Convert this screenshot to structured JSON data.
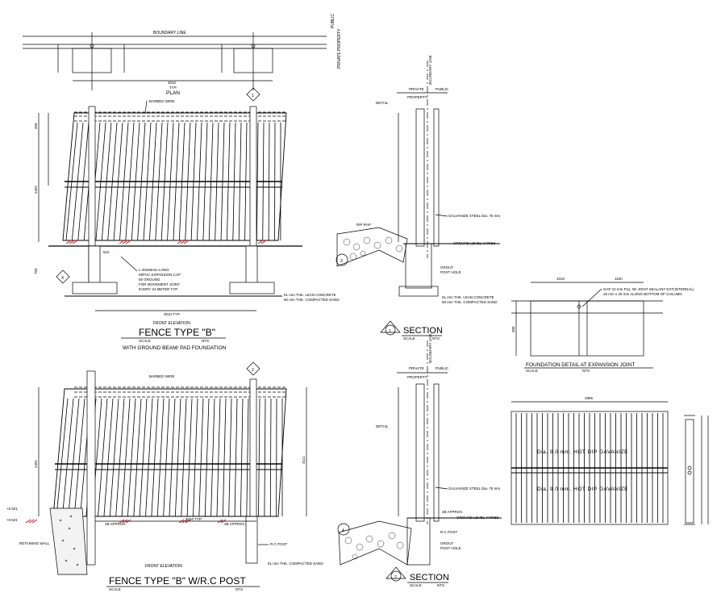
{
  "plan": {
    "boundary_line": "BOUNDARY LINE",
    "public": "PUBLIC",
    "private_property": "PRIVATE PROPERTY",
    "title": "PLAN",
    "dim_3010": "3010",
    "dim_typ": "TYP."
  },
  "elevation_b": {
    "barbed_wire": "BARBED WIRE",
    "expansion_note_1": "L-40x50mm LONG",
    "expansion_note_2": "M/PVC EXPANSION CAP",
    "expansion_note_3": "M/ GROUNG",
    "expansion_note_4": "FOR MOVEMENT JOINT",
    "expansion_note_5": "EVERY 24 METER TYP.",
    "lean_concrete": "51 mm THK. LEAN CONCRETE",
    "compacted_sand": "50 mm THK. COMPACTED SAND",
    "dim_typ": "3010 TYP.",
    "front_elevation": "FRONT ELEVATION",
    "fence_title": "FENCE TYPE \"B\"",
    "scale": "SCALE",
    "nts": "NTS",
    "subtitle": "WITH GROUND BEAM/ PAD FOUNDATION",
    "dim_2491": "2491",
    "dim_450": "450",
    "dim_750": "750",
    "dim_510": "510",
    "marker_1": "1",
    "marker_x": "X"
  },
  "section_1": {
    "boundary_line": "BOUNDARY LINE",
    "public": "PUBLIC",
    "private": "PRIVATE",
    "property": "PROPERTY",
    "detail": "DETAIL",
    "riprap": "RIP RAP",
    "galvanize": "GALVANIZE STEEL Dia. 75 mm",
    "ground_level": "GROUND LEVEL VARIES",
    "grout": "GROUT",
    "post_hole": "POST HOLE",
    "lean": "51 mm THK. LEAN CONCRETE",
    "sand": "50 mm THK. COMPACTED SAND",
    "title": "SECTION",
    "scale": "SCALE",
    "nts": "NTS",
    "number": "1",
    "marker": "3"
  },
  "expansion_joint": {
    "dim_1010": "1010",
    "dim_1100": "1100",
    "dim_300": "300",
    "note_1": "GAP 10 mm FILL W/ JOINT SEALANT EXT(INTERNAL)",
    "note_2": "25 mm x 25 mm ALONG BOTTOM OF COLUMN",
    "title": "FOUNDATION DETAIL AT EXPANSION JOINT",
    "scale": "SCALE",
    "nts": "NTS"
  },
  "elevation_rc": {
    "barbed_wire": "BARBED WIRE",
    "retaining_wall": "RETAINING WALL",
    "approx_left": "2B APPROX.",
    "dim_3010": "3010 TYP.",
    "approx_right": "2B APPROX.",
    "compacted_sand": "51 mm THK. COMPACTED SAND",
    "rc_post": "R.C POST",
    "front_elevation": "FRONT ELEVATION",
    "fence_title": "FENCE TYPE \"B\"  W/R.C POST",
    "scale": "SCALE",
    "nts": "NTS",
    "marker_2": "2",
    "dim_2491": "2491",
    "dim_3111": "3111",
    "level_1": "+0.521",
    "level_2": "+0.521"
  },
  "section_2": {
    "boundary_line": "BOUNDARY LINE",
    "public": "PUBLIC",
    "private": "PRIVATE",
    "property": "PROPERTY",
    "detail": "DETAIL",
    "galvanize": "GALVANIZE STEEL Dia. 75 mm",
    "ground_level": "GROUND LEVEL VARIES",
    "approx": "2B APPROX.",
    "rc_post": "R.C POST",
    "grout": "GROUT",
    "post_hole": "POST HOLE",
    "title": "SECTION",
    "scale": "SCALE",
    "nts": "NTS",
    "number": "2",
    "marker": "4"
  },
  "panel_detail": {
    "dim_top": "2995",
    "label_upper": "Dia. 9.0 mm. HOT DIP GAVANIZE",
    "label_lower": "Dia. 9.0 mm. HOT DIP GAVANIZE"
  }
}
